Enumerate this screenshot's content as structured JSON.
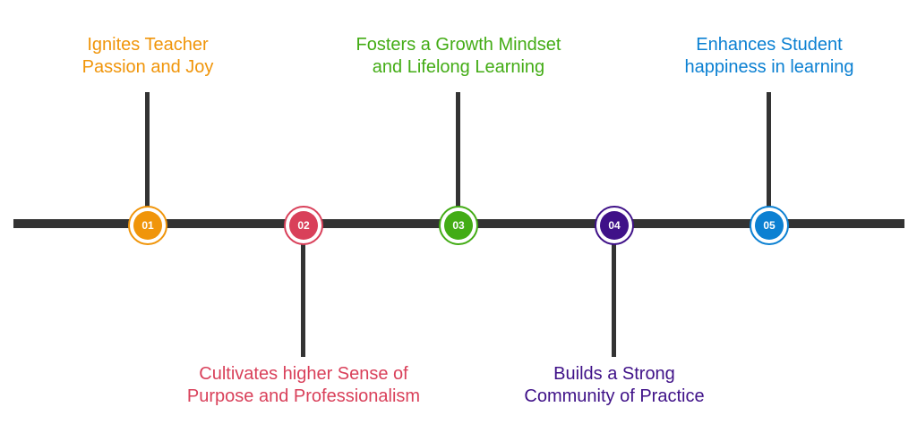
{
  "colors": {
    "line": "#333333",
    "step1": "#F0950A",
    "step2": "#D9405A",
    "step3": "#43AC15",
    "step4": "#3F1188",
    "step5": "#0B80D2"
  },
  "steps": [
    {
      "number": "01",
      "line1": "Ignites Teacher",
      "line2": "Passion and Joy",
      "position": "above"
    },
    {
      "number": "02",
      "line1": "Cultivates higher Sense of",
      "line2": "Purpose and Professionalism",
      "position": "below"
    },
    {
      "number": "03",
      "line1": "Fosters a Growth Mindset",
      "line2": "and Lifelong Learning",
      "position": "above"
    },
    {
      "number": "04",
      "line1": "Builds a Strong",
      "line2": "Community of Practice",
      "position": "below"
    },
    {
      "number": "05",
      "line1": "Enhances Student",
      "line2": "happiness in learning",
      "position": "above"
    }
  ]
}
